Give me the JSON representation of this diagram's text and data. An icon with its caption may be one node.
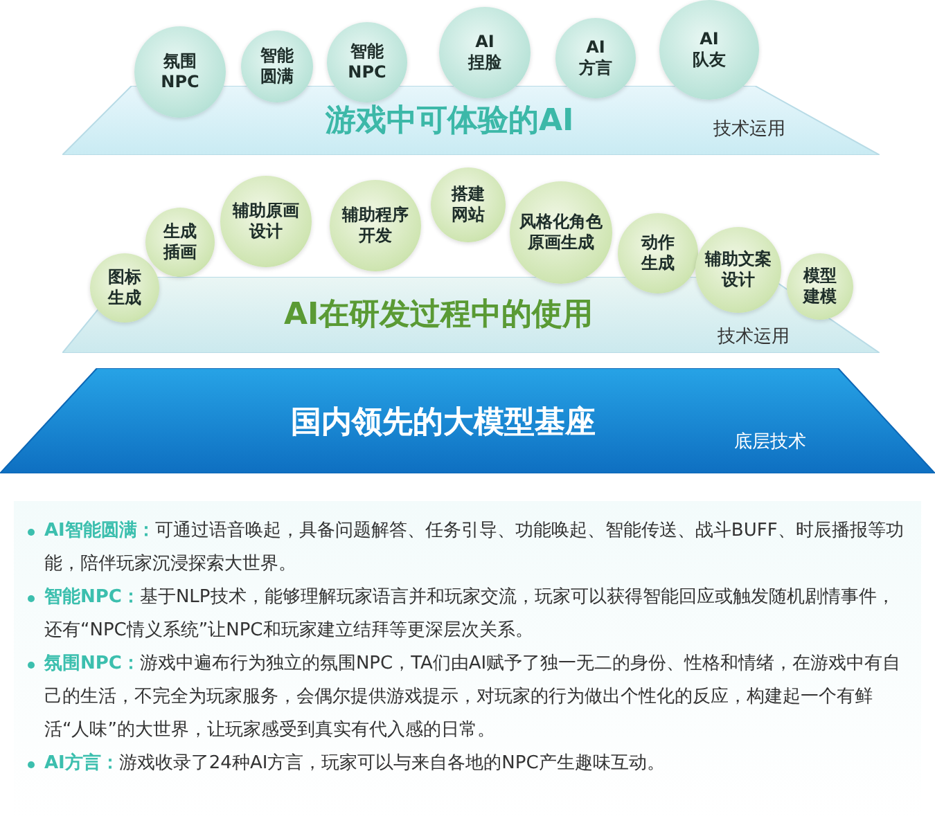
{
  "diagram": {
    "nodes": [
      {
        "text": [
          "氛围NPC"
        ]
      },
      {
        "text": [
          "智能圆满"
        ]
      },
      {
        "text": [
          "智能NPC"
        ]
      },
      {
        "text": [
          "AI捏脸"
        ]
      },
      {
        "text": [
          "AI方言"
        ]
      },
      {
        "text": [
          "AI队友"
        ]
      },
      {
        "text": [
          "游戏中可体验的AI",
          "技术运用"
        ]
      },
      {
        "text": [
          "图标生成"
        ]
      },
      {
        "text": [
          "生成插画"
        ]
      },
      {
        "text": [
          "辅助原画设计"
        ]
      },
      {
        "text": [
          "辅助程序开发"
        ]
      },
      {
        "text": [
          "搭建网站"
        ]
      },
      {
        "text": [
          "风格化角色原画生成"
        ]
      },
      {
        "text": [
          "动作生成"
        ]
      },
      {
        "text": [
          "辅助文案设计"
        ]
      },
      {
        "text": [
          "模型建模"
        ]
      },
      {
        "text": [
          "AI在研发过程中的使用",
          "技术运用"
        ]
      },
      {
        "text": [
          "国内领先的大模型基座",
          "底层技术"
        ]
      }
    ],
    "labels": [
      "**AI智能圆满：**可通过语音唤起，具备问题解答、任务引导、功能唤起、智能传送、战斗BUFF、时辰播报等功能，陪伴玩家沉浸探索大世界。",
      "**智能NPC：**基于NLP技术，能够理解玩家语言并和玩家交流，玩家可以获得智能回应或触发随机剧情事件，还有“NPC情义系统”让NPC和玩家建立结拜等更深层次关系。",
      "**氛围NPC：**游戏中遍布行为独立的氛围NPC，TA们由AI赋予了独一无二的身份、性格和情绪，在游戏中有自己的生活，不完全为玩家服务，会偶尔提供游戏提示，对玩家的行为做出个性化的反应，构建起一个有鲜活“人味”的大世界，让玩家感受到真实有代入感的日常。",
      "**AI方言：**游戏收录了24种AI方言，玩家可以与来自各地的NPC产生趣味互动。"
    ]
  }
}
